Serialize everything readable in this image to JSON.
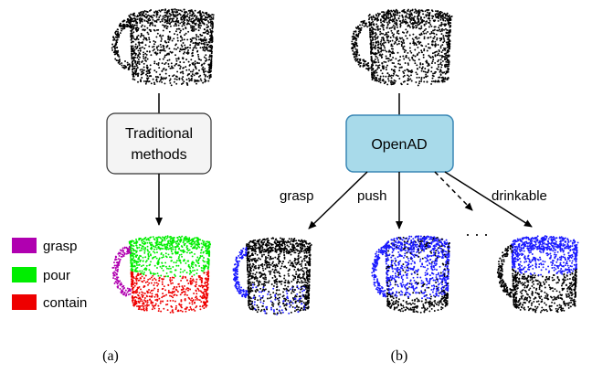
{
  "panel_a": {
    "box_line1": "Traditional",
    "box_line2": "methods",
    "caption": "(a)",
    "legend": [
      {
        "label": "grasp",
        "color": "#b000b0"
      },
      {
        "label": "pour",
        "color": "#00ee00"
      },
      {
        "label": "contain",
        "color": "#ee0000"
      }
    ]
  },
  "panel_b": {
    "box_label": "OpenAD",
    "box_color": "#a8daea",
    "box_border": "#3a87b5",
    "edge_labels": {
      "grasp": "grasp",
      "push": "push",
      "drinkable": "drinkable"
    },
    "ellipsis": ". . .",
    "caption": "(b)"
  },
  "colors": {
    "point_black": "#000000",
    "point_blue": "#1a1aff"
  },
  "mugs": [
    {
      "name": "mug-a-input",
      "coloring": "black"
    },
    {
      "name": "mug-a-output",
      "coloring": "segmented"
    },
    {
      "name": "mug-b-input",
      "coloring": "black"
    },
    {
      "name": "mug-b-grasp",
      "coloring": "handle-blue"
    },
    {
      "name": "mug-b-push",
      "coloring": "push-blue"
    },
    {
      "name": "mug-b-drinkable",
      "coloring": "rim-blue"
    }
  ]
}
